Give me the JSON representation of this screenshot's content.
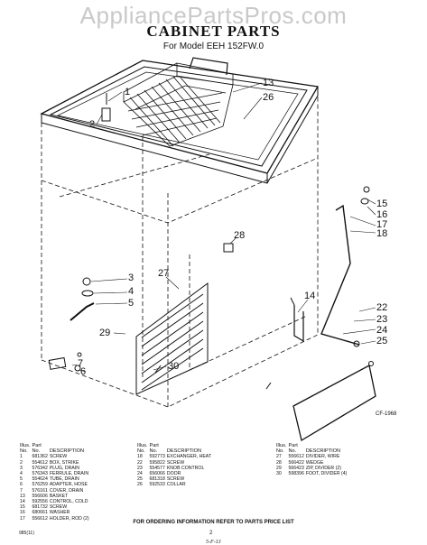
{
  "watermark": "AppliancePartsPros.com",
  "title": "CABINET PARTS",
  "subtitle": "For Model EEH 152FW.0",
  "callouts": [
    "1",
    "2",
    "3",
    "4",
    "5",
    "6",
    "7",
    "13",
    "26",
    "14",
    "15",
    "16",
    "17",
    "18",
    "22",
    "23",
    "24",
    "25",
    "27",
    "28",
    "29",
    "30"
  ],
  "figure_code": "CF-1968",
  "parts_tables": [
    {
      "header": {
        "illus": "Illus.",
        "part": "Part",
        "no1": "No.",
        "no2": "No.",
        "desc": "DESCRIPTION"
      },
      "rows": [
        [
          "1",
          "681362",
          "SCREW"
        ],
        [
          "2",
          "554612",
          "BOX, STRIKE"
        ],
        [
          "3",
          "576342",
          "PLUG, DRAIN"
        ],
        [
          "4",
          "576343",
          "FERRULE, DRAIN"
        ],
        [
          "5",
          "554624",
          "TUBE, DRAIN"
        ],
        [
          "6",
          "576259",
          "ADAPTER, HOSE"
        ],
        [
          "7",
          "576161",
          "COVER, DRAIN"
        ],
        [
          "13",
          "556606",
          "BASKET"
        ],
        [
          "14",
          "592556",
          "CONTROL, COLD"
        ],
        [
          "15",
          "681732",
          "SCREW"
        ],
        [
          "16",
          "680661",
          "WASHER"
        ],
        [
          "17",
          "556612",
          "HOLDER, ROD (2)"
        ]
      ]
    },
    {
      "header": {
        "illus": "Illus.",
        "part": "Part",
        "no1": "No.",
        "no2": "No.",
        "desc": "DESCRIPTION"
      },
      "rows": [
        [
          "18",
          "592773",
          "EXCHANGER, HEAT"
        ],
        [
          "22",
          "595822",
          "SCREW"
        ],
        [
          "23",
          "554577",
          "KNOB CONTROL"
        ],
        [
          "24",
          "656066",
          "DOOR"
        ],
        [
          "25",
          "681318",
          "SCREW"
        ],
        [
          "26",
          "592533",
          "COLLAR"
        ]
      ]
    },
    {
      "header": {
        "illus": "Illus.",
        "part": "Part",
        "no1": "No.",
        "no2": "No.",
        "desc": "DESCRIPTION"
      },
      "rows": [
        [
          "27",
          "556612",
          "DIVIDER, WIRE"
        ],
        [
          "28",
          "566422",
          "WEDGE"
        ],
        [
          "29",
          "566423",
          "ZIP, DIVIDER (2)"
        ],
        [
          "30",
          "598396",
          "FOOT, DIVIDER (4)"
        ]
      ]
    }
  ],
  "footer_note": "FOR ORDERING INFORMATION REFER TO PARTS PRICE LIST",
  "doc_number": "985(11)",
  "page_number": "2",
  "stamp": "5-F-13"
}
